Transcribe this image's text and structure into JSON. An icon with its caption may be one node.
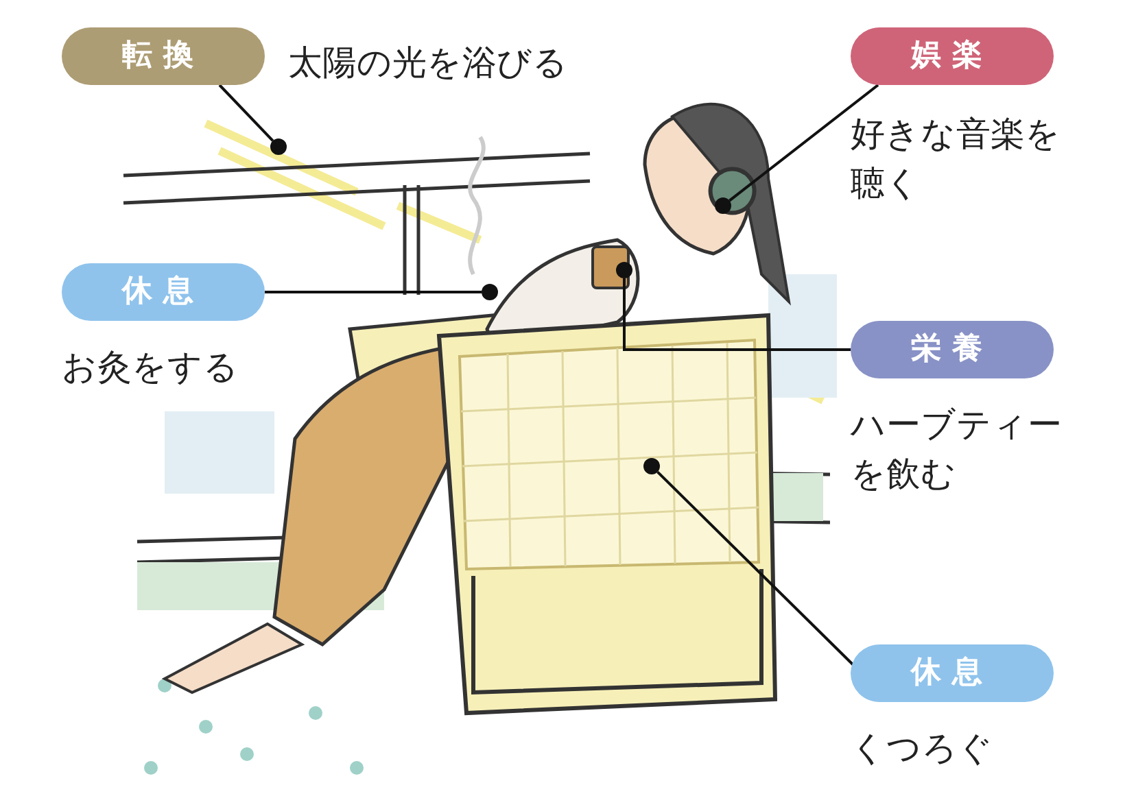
{
  "diagram": {
    "nodes": [
      {
        "text": [
          "転換"
        ],
        "beside": [
          "太陽の光を浴びる"
        ]
      },
      {
        "text": [],
        "shape": "circle"
      },
      {
        "text": [
          "娯楽"
        ],
        "beside": [
          "好きな音楽を聴く"
        ]
      },
      {
        "text": [],
        "shape": "circle"
      },
      {
        "text": [
          "休息"
        ],
        "beside": [
          "お灸をする"
        ]
      },
      {
        "text": [],
        "shape": "circle"
      },
      {
        "text": [
          "栄養"
        ],
        "beside": [
          "ハーブティーを飲む"
        ]
      },
      {
        "text": [],
        "shape": "circle"
      },
      {
        "text": [
          "休息"
        ],
        "beside": [
          "くつろぐ"
        ]
      },
      {
        "text": [],
        "shape": "circle"
      }
    ],
    "edges": [
      {
        "from": 0,
        "to": 1,
        "arrow": "none"
      },
      {
        "from": 2,
        "to": 3,
        "arrow": "none"
      },
      {
        "from": 4,
        "to": 5,
        "arrow": "none"
      },
      {
        "from": 6,
        "to": 7,
        "arrow": "none"
      },
      {
        "from": 8,
        "to": 9,
        "arrow": "none"
      }
    ]
  }
}
